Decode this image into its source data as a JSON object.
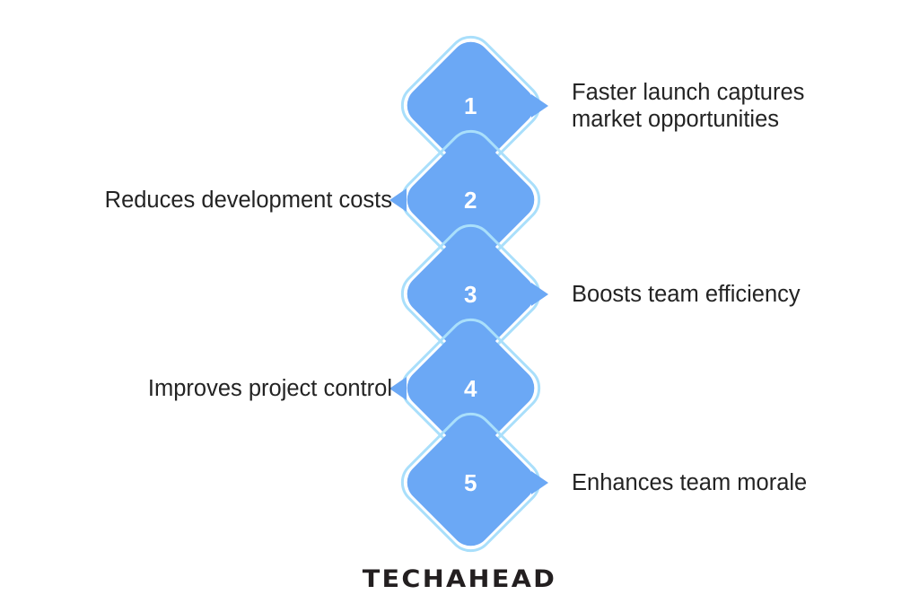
{
  "diagram": {
    "type": "vertical-diamond-chain",
    "accent_color": "#6ba8f5",
    "ring_color": "#a9dffb",
    "text_color": "#232323",
    "background": "#ffffff",
    "steps": [
      {
        "number": "1",
        "label": "Faster launch captures\nmarket opportunities",
        "side": "right"
      },
      {
        "number": "2",
        "label": "Reduces development costs",
        "side": "left"
      },
      {
        "number": "3",
        "label": "Boosts team efficiency",
        "side": "right"
      },
      {
        "number": "4",
        "label": "Improves project control",
        "side": "left"
      },
      {
        "number": "5",
        "label": "Enhances team morale",
        "side": "right"
      }
    ]
  },
  "footer": {
    "logo_text": "TECHAHEAD"
  }
}
